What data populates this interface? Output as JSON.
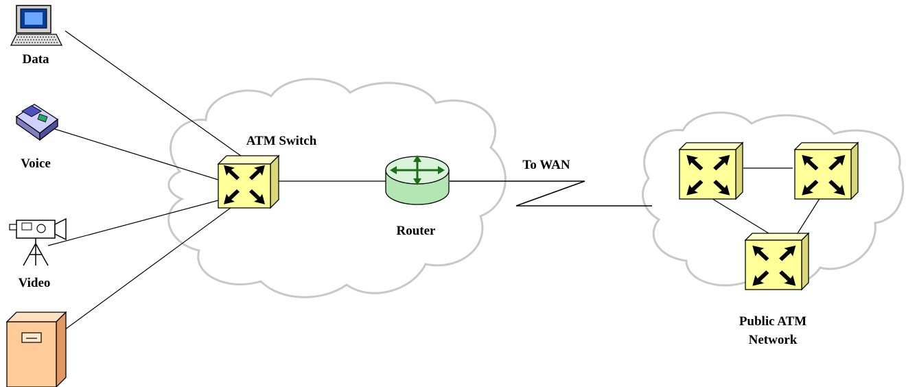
{
  "labels": {
    "data": "Data",
    "voice": "Voice",
    "video": "Video",
    "atm_switch": "ATM Switch",
    "router": "Router",
    "to_wan": "To WAN",
    "public_atm_line1": "Public ATM",
    "public_atm_line2": "Network"
  },
  "icons": {
    "data": "computer-icon",
    "voice": "telephone-icon",
    "video": "video-camera-icon",
    "storage": "file-cabinet-icon",
    "switch": "atm-switch-icon",
    "router": "router-icon"
  },
  "colors": {
    "cloud_outline": "#c8c8c8",
    "switch_fill": "#ffff99",
    "router_fill": "#b4e6b4",
    "router_arrows": "#1e6b1e",
    "cabinet_fill": "#ffcc99",
    "line": "#000000"
  }
}
